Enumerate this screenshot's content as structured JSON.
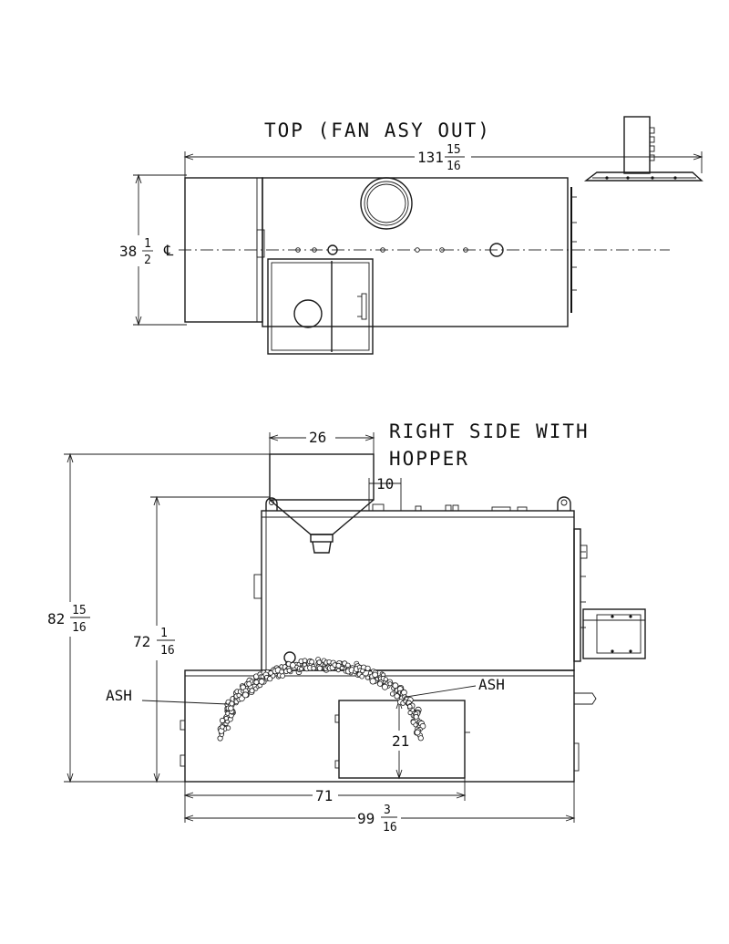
{
  "views": {
    "top": {
      "title": "TOP (FAN ASY OUT)",
      "overall_length": {
        "whole": "131",
        "num": "15",
        "den": "16"
      },
      "width": {
        "whole": "38",
        "num": "1",
        "den": "2"
      },
      "centerline_symbol": "℄"
    },
    "right_side": {
      "title_line1": "RIGHT SIDE WITH",
      "title_line2": "HOPPER",
      "hopper_width": "26",
      "hopper_offset": "10",
      "overall_height": {
        "whole": "82",
        "num": "15",
        "den": "16"
      },
      "body_height": {
        "whole": "72",
        "num": "1",
        "den": "16"
      },
      "ash_label_left": "ASH",
      "ash_label_right": "ASH",
      "door_height": "21",
      "base_length": "71",
      "overall_length": {
        "whole": "99",
        "num": "3",
        "den": "16"
      }
    }
  },
  "colors": {
    "line": "#1a1a1a",
    "background": "#ffffff"
  }
}
